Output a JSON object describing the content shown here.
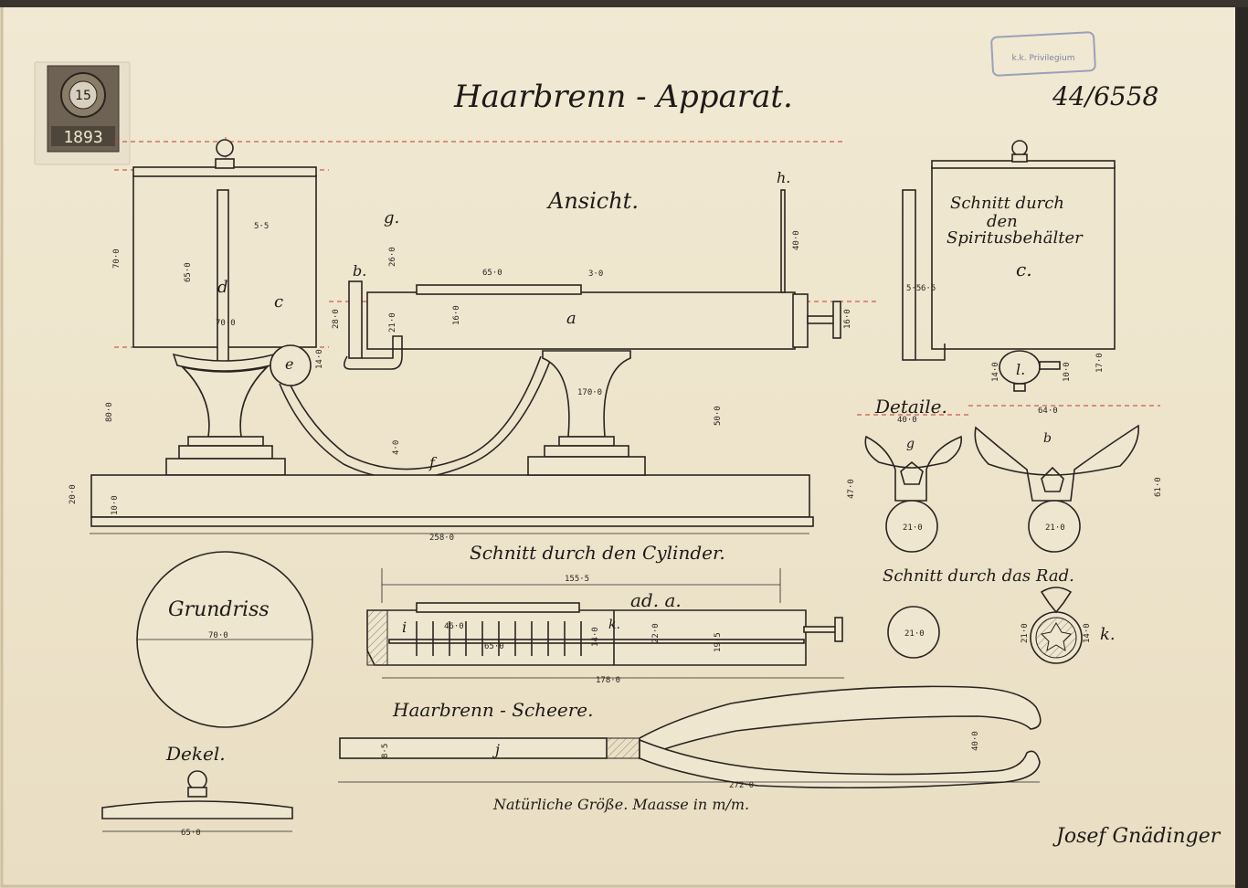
{
  "drawing": {
    "title": "Haarbrenn - Apparat.",
    "reference_number": "44/6558",
    "stamp_value": "15",
    "stamp_year": "1893",
    "registry_stamp": "k.k. Privilegium",
    "signature": "Josef Gnädinger"
  },
  "views": {
    "front_view": "Ansicht.",
    "spirit_section": [
      "Schnitt durch",
      "den",
      "Spiritusbehälter"
    ],
    "spirit_section_letter": "c.",
    "details": "Detaile.",
    "cylinder_section": "Schnitt durch den Cylinder.",
    "cylinder_ref": "ad. a.",
    "wheel_section": "Schnitt durch das Rad.",
    "floor_plan": "Grundriss",
    "lid": "Dekel.",
    "scissors": "Haarbrenn - Scheere.",
    "scale_note": "Natürliche Größe. Maasse in m/m."
  },
  "part_labels": {
    "a": "a",
    "b": "b.",
    "c": "c",
    "d": "d",
    "e": "e",
    "f": "f",
    "g": "g.",
    "h": "h.",
    "i": "i",
    "j": "j",
    "k": "k.",
    "l": "l.",
    "detail_g": "g",
    "detail_b": "b",
    "wheel_k": "k."
  },
  "dimensions": {
    "base_length": "258·0",
    "container_height": "70·0",
    "container_width": "70·0",
    "rod_length": "65·0",
    "rod_gap": "5·5",
    "stand_height": "80·0",
    "base_height_a": "20·0",
    "base_height_b": "10·0",
    "cylinder_top": "65·0",
    "cylinder_gap": "3·0",
    "burner_height": "26·0",
    "handle_height": "28·0",
    "cylinder_dia": "21·0",
    "cylinder_inner": "16·0",
    "span_170": "170·0",
    "pin_height": "40·0",
    "end_cap": "16·0",
    "stand_right": "50·0",
    "tube_gap": "4·0",
    "wheel_offset": "14·0",
    "section_wall_a": "5·5",
    "section_wall_b": "6·5",
    "valve_a": "14·0",
    "valve_b": "10·0",
    "valve_c": "17·0",
    "detail_width_a": "40·0",
    "detail_width_b": "64·0",
    "detail_height_a": "47·0",
    "detail_height_b": "61·0",
    "wheel_dia_a": "21·0",
    "wheel_dia_b": "21·0",
    "cyl_sec_length": "155·5",
    "cyl_sec_total": "178·0",
    "cyl_sec_inner": "65·0",
    "cyl_sec_ribs": "46·0",
    "cyl_sec_dia_a": "14·0",
    "cyl_sec_dia_b": "22·0",
    "cyl_sec_dia_c": "19·5",
    "plan_dia": "70·0",
    "wheel_sec_dia": "21·0",
    "wheel_sec_dia_b": "21·0",
    "wheel_sec_small": "14·0",
    "scissor_length": "272·0",
    "scissor_width": "40·0",
    "scissor_jaw": "8·5",
    "lid_width": "65·0"
  }
}
